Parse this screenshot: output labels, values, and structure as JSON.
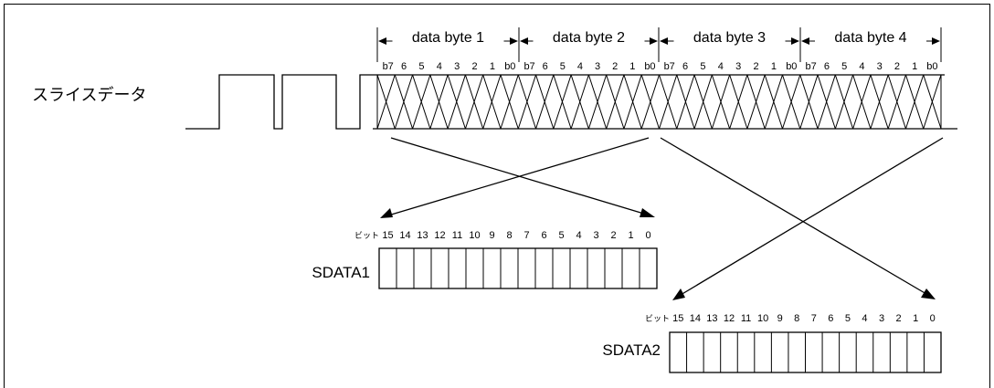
{
  "signal_label": "スライスデータ",
  "bytes": [
    "data byte 1",
    "data byte 2",
    "data byte 3",
    "data byte 4"
  ],
  "byte_bits": [
    "b7",
    "6",
    "5",
    "4",
    "3",
    "2",
    "1",
    "b0"
  ],
  "registers": [
    {
      "name": "SDATA1",
      "bit_prefix": "ビット",
      "bits": [
        "15",
        "14",
        "13",
        "12",
        "11",
        "10",
        "9",
        "8",
        "7",
        "6",
        "5",
        "4",
        "3",
        "2",
        "1",
        "0"
      ]
    },
    {
      "name": "SDATA2",
      "bit_prefix": "ビット",
      "bits": [
        "15",
        "14",
        "13",
        "12",
        "11",
        "10",
        "9",
        "8",
        "7",
        "6",
        "5",
        "4",
        "3",
        "2",
        "1",
        "0"
      ]
    }
  ]
}
